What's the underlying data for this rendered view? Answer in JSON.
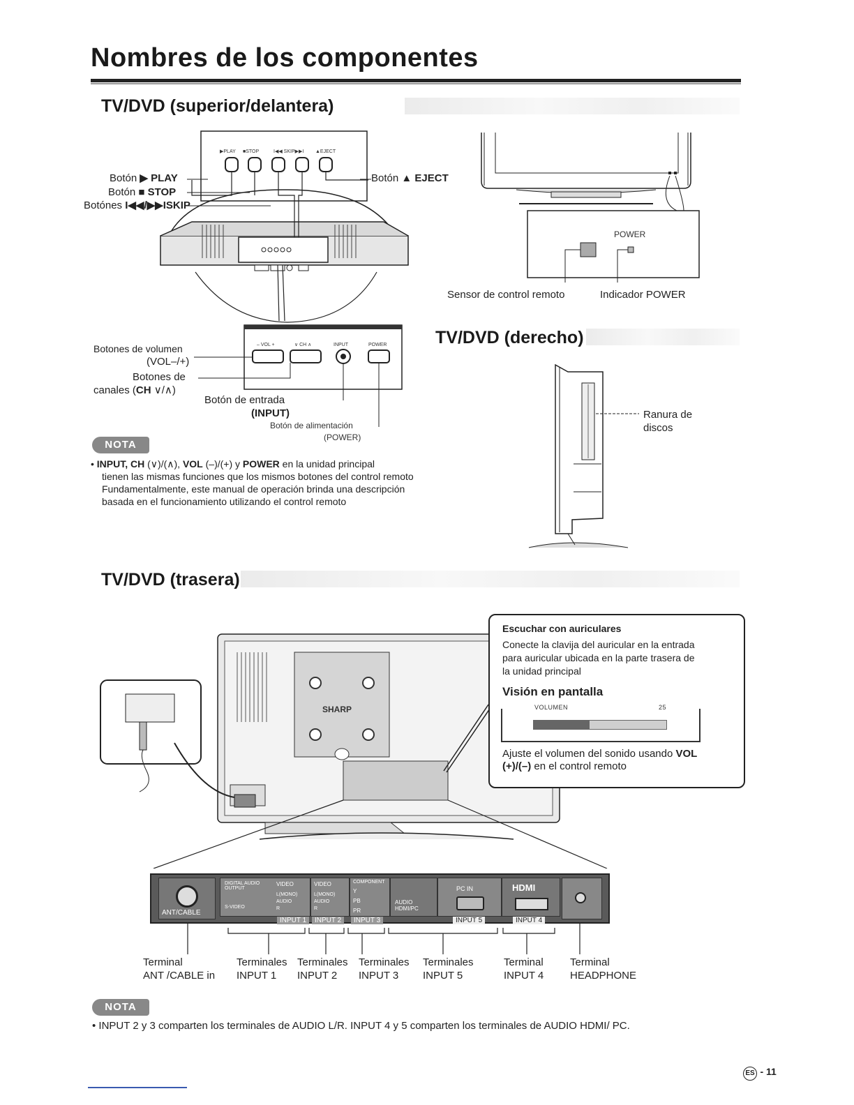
{
  "page": {
    "title": "Nombres de los componentes",
    "page_number_prefix": "ES",
    "page_number": "- 11"
  },
  "sections": {
    "top_front": {
      "title": "TV/DVD (superior/delantera)",
      "button_strip_labels": [
        "▶PLAY",
        "■STOP",
        "I◀◀ SKIP▶▶I",
        "▲EJECT"
      ],
      "labels": {
        "play_prefix": "Botón",
        "play": "▶ PLAY",
        "stop_prefix": "Botón",
        "stop": "■ STOP",
        "skip_prefix": "Botónes",
        "skip": "I◀◀/▶▶ISKIP",
        "eject_prefix": "Botón",
        "eject": "▲ EJECT",
        "volume_line1": "Botones de volumen",
        "volume_line2": "(VOL–/+)",
        "channel_line1": "Botones de",
        "channel_line2_prefix": "canales (",
        "channel_line2_bold": "CH",
        "channel_line2_suffix": " ∨/∧)",
        "input_line1": "Botón de entrada",
        "input_line2": "(INPUT)",
        "power_line1": "Botón de alimentación",
        "power_line2": "(POWER)"
      },
      "panel_labels": [
        "– VOL +",
        "∨ CH ∧",
        "INPUT",
        "POWER"
      ],
      "front_panel": {
        "power_label": "POWER",
        "sensor_label": "Sensor de control remoto",
        "indicator_label": "Indicador POWER"
      }
    },
    "right": {
      "title": "TV/DVD (derecho)",
      "disc_slot_line1": "Ranura de",
      "disc_slot_line2": "discos"
    },
    "note1": {
      "badge": "NOTA",
      "bold_start": "INPUT, CH",
      "text_1": " (∨)/(∧), ",
      "bold_vol": "VOL",
      "text_2": " (–)/(+) y ",
      "bold_power": "POWER",
      "text_3": " en la unidad principal",
      "line2": "tienen las mismas funciones que los mismos botones del control remoto",
      "line3": "Fundamentalmente, este manual de operación brinda una descripción",
      "line4": "basada en el funcionamiento utilizando el control remoto"
    },
    "rear": {
      "title": "TV/DVD (trasera)",
      "brand": "SHARP",
      "callout": {
        "heading": "Escuchar con auriculares",
        "line1": "Conecte la clavija del auricular en la entrada",
        "line2": "para auricular ubicada en la parte trasera de",
        "line3": "la unidad principal",
        "heading2": "Visión en pantalla",
        "volume_label": "VOLUMEN",
        "volume_value": "25",
        "volume_fraction": 0.42,
        "footer1": "Ajuste el volumen del sonido usando ",
        "footer1_bold": "VOL",
        "footer2": "(+)/(–)",
        "footer2_rest": " en el control remoto"
      },
      "panel": {
        "ant_cable": "ANT/CABLE",
        "digital_audio": "DIGITAL AUDIO OUTPUT",
        "s_video": "S-VIDEO",
        "video": "VIDEO",
        "l_mono": "L(MONO)",
        "audio": "AUDIO",
        "r": "R",
        "component": "COMPONENT",
        "y": "Y",
        "pb": "PB",
        "pr": "PR",
        "audio_hdmi_pc": "AUDIO HDMI/PC",
        "pc_in": "PC IN",
        "hdmi": "HDMI",
        "input1": "INPUT 1",
        "input2": "INPUT 2",
        "input3": "INPUT 3",
        "input5": "INPUT 5",
        "input4": "INPUT 4"
      },
      "terminals": [
        {
          "line1": "Terminal",
          "line2": "ANT /CABLE in"
        },
        {
          "line1": "Terminales",
          "line2": "INPUT 1"
        },
        {
          "line1": "Terminales",
          "line2": "INPUT 2"
        },
        {
          "line1": "Terminales",
          "line2": "INPUT 3"
        },
        {
          "line1": "Terminales",
          "line2": "INPUT 5"
        },
        {
          "line1": "Terminal",
          "line2": "INPUT 4"
        },
        {
          "line1": "Terminal",
          "line2": "HEADPHONE"
        }
      ]
    },
    "note2": {
      "badge": "NOTA",
      "text": "INPUT 2 y 3 comparten los terminales de AUDIO L/R. INPUT 4 y 5 comparten los terminales de AUDIO HDMI/ PC."
    }
  }
}
